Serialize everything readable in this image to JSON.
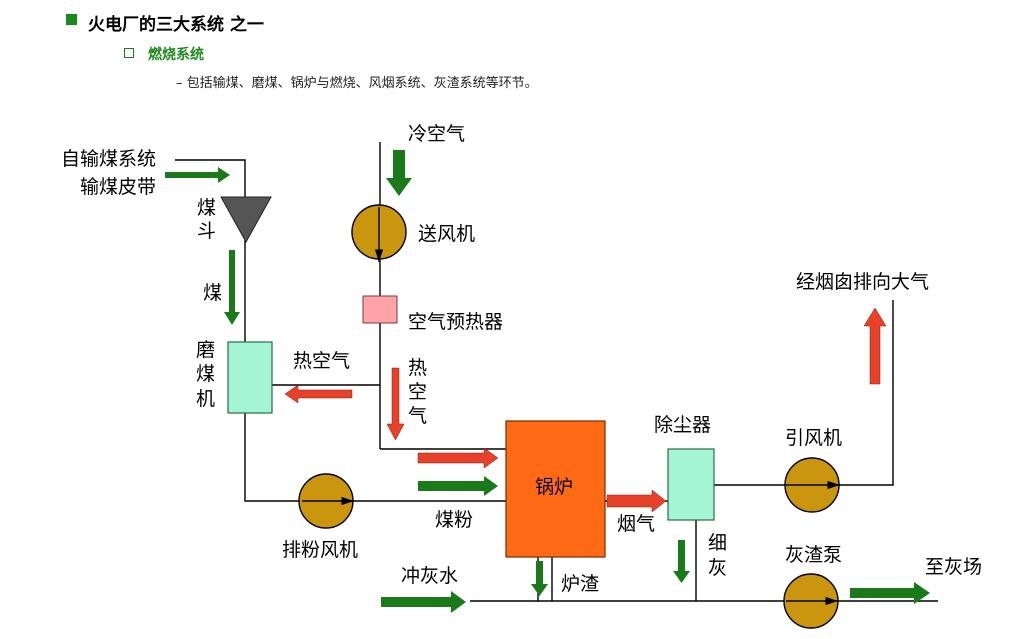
{
  "header": {
    "title": "火电厂的三大系统 之一",
    "subtitle": "燃烧系统",
    "description": "– 包括输煤、磨煤、锅炉与燃烧、风烟系统、灰渣系统等环节。"
  },
  "diagram": {
    "labels": {
      "coal_source_1": "自输煤系统",
      "coal_source_2": "输煤皮带",
      "coal_hopper_1": "煤",
      "coal_hopper_2": "斗",
      "coal": "煤",
      "mill_1": "磨",
      "mill_2": "煤",
      "mill_3": "机",
      "cold_air": "冷空气",
      "fd_fan": "送风机",
      "air_preheater": "空气预热器",
      "hot_air_left": "热空气",
      "hot_air_v1": "热",
      "hot_air_v2": "空",
      "hot_air_v3": "气",
      "boiler": "锅炉",
      "pulverized_coal": "煤粉",
      "exhaust_fan": "排粉风机",
      "flue_gas": "烟气",
      "dust_collector": "除尘器",
      "fine_ash_1": "细",
      "fine_ash_2": "灰",
      "id_fan": "引风机",
      "chimney": "经烟囱排向大气",
      "slag_pump": "灰渣泵",
      "to_ash_yard": "至灰场",
      "flush_water": "冲灰水",
      "furnace_slag": "炉渣"
    },
    "colors": {
      "green_arrow": "#1a7a1a",
      "red_arrow": "#e8412a",
      "fan": "#c9960e",
      "mill": "#a3f5d4",
      "boiler": "#ff6a14",
      "preheater": "#ffa3a8",
      "dust_collector": "#a3f5d4",
      "hopper": "#555555"
    }
  }
}
